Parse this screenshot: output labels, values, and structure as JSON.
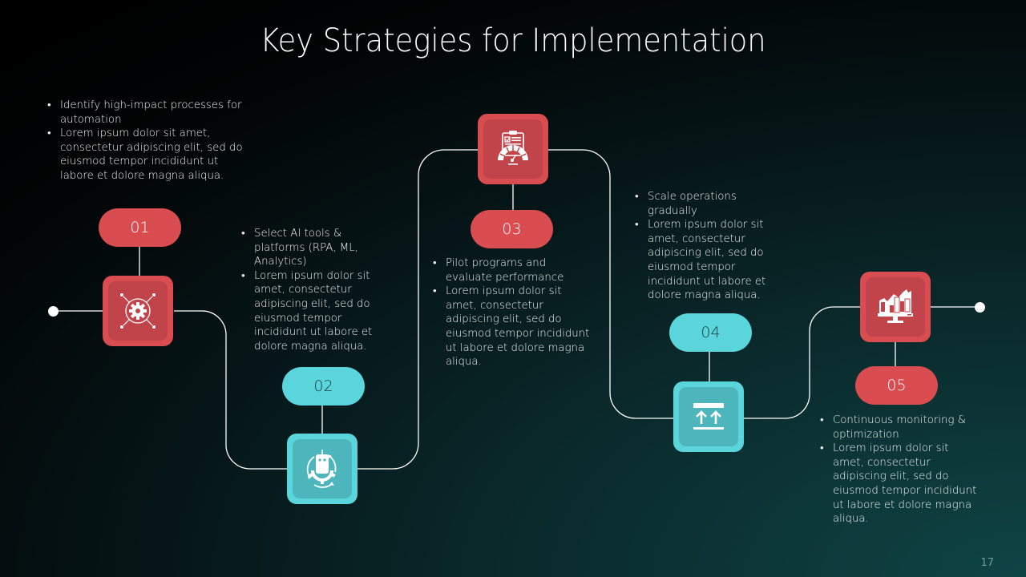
{
  "slide": {
    "title": "Key Strategies for Implementation",
    "page_number": "17"
  },
  "colors": {
    "red": "#d94d50",
    "red_inner": "#c0444a",
    "teal": "#5ad5dc",
    "teal_inner": "#4cb6bc",
    "line": "#ffffff"
  },
  "steps": [
    {
      "number": "01",
      "color": "red",
      "icon": "gear-convergence-icon",
      "bullets": [
        "Identify high-impact processes for automation",
        "Lorem ipsum dolor sit amet, consectetur adipiscing elit, sed do eiusmod tempor incididunt ut labore et dolore magna aliqua."
      ]
    },
    {
      "number": "02",
      "color": "teal",
      "icon": "robot-gear-icon",
      "bullets": [
        "Select AI tools & platforms (RPA, ML, Analytics)",
        "Lorem ipsum dolor sit amet, consectetur adipiscing elit, sed do eiusmod tempor incididunt ut labore et dolore magna aliqua."
      ]
    },
    {
      "number": "03",
      "color": "red",
      "icon": "clipboard-gauge-icon",
      "bullets": [
        "Pilot programs and evaluate performance",
        "Lorem ipsum dolor sit amet, consectetur adipiscing elit, sed do eiusmod tempor incididunt ut labore et dolore magna aliqua."
      ]
    },
    {
      "number": "04",
      "color": "teal",
      "icon": "scale-up-arrows-icon",
      "bullets": [
        "Scale operations gradually",
        "Lorem ipsum dolor sit amet, consectetur adipiscing elit, sed do eiusmod tempor incididunt ut labore et dolore magna aliqua."
      ]
    },
    {
      "number": "05",
      "color": "red",
      "icon": "monitor-analytics-icon",
      "bullets": [
        "Continuous monitoring & optimization",
        "Lorem ipsum dolor sit amet, consectetur adipiscing elit, sed do eiusmod tempor incididunt ut labore et dolore magna aliqua."
      ]
    }
  ]
}
